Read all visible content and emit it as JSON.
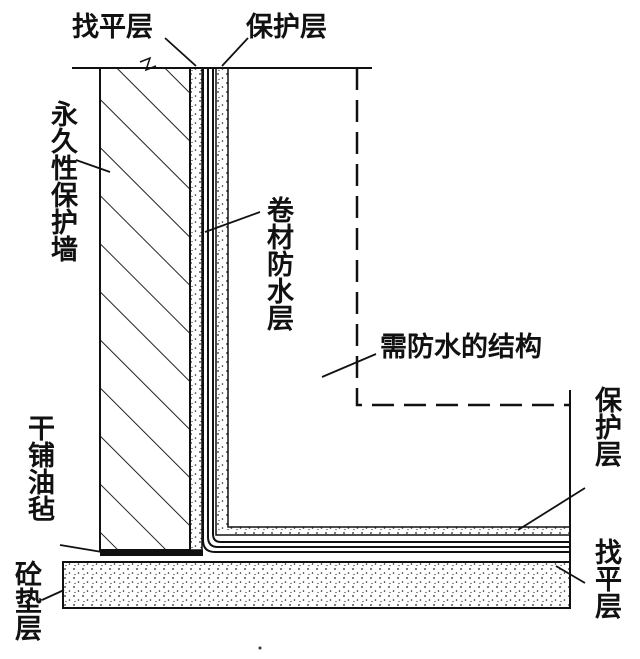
{
  "diagram": {
    "labels": {
      "leveling_top": "找平层",
      "protect_top": "保护层",
      "permanent_wall": "永久性保护墙",
      "membrane": "卷材防水层",
      "structure": "需防水的结构",
      "dry_felt": "干铺油毡",
      "protect_right": "保护层",
      "leveling_right": "找平层",
      "concrete_base": "砼垫层"
    }
  }
}
